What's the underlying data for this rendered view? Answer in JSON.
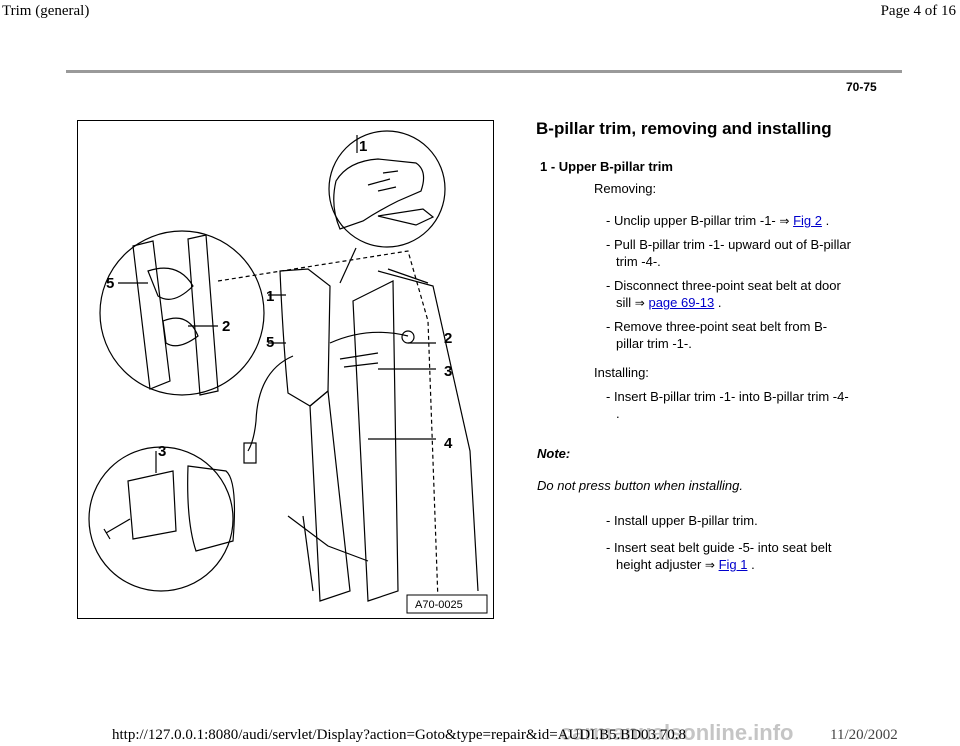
{
  "header": {
    "left": "Trim (general)",
    "right": "Page 4 of 16"
  },
  "page_number": "70-75",
  "figure": {
    "callouts": [
      "1",
      "1",
      "5",
      "2",
      "5",
      "2",
      "3",
      "4",
      "3"
    ],
    "figure_id": "A70-0025"
  },
  "section": {
    "title": "B-pillar trim, removing and installing",
    "item_heading": "1 - Upper B-pillar trim",
    "removing_label": "Removing:",
    "steps_removing": [
      {
        "text_before": "- Unclip upper B-pillar trim -1- ",
        "link": "Fig 2",
        "text_after": " ."
      },
      {
        "lines": [
          "- Pull B-pillar trim -1- upward out of B-pillar",
          "trim -4-."
        ]
      },
      {
        "line1": "- Disconnect three-point seat belt at door",
        "before": "sill ",
        "link": "page 69-13",
        "after": " ."
      },
      {
        "lines": [
          "- Remove three-point seat belt from B-",
          "pillar trim -1-."
        ]
      }
    ],
    "installing_label": "Installing:",
    "steps_installing": [
      {
        "lines": [
          "- Insert B-pillar trim -1- into B-pillar trim -4-",
          "."
        ]
      }
    ],
    "note_label": "Note:",
    "note_text": "Do not press button when installing.",
    "steps_final": [
      {
        "lines": [
          "- Install upper B-pillar trim."
        ]
      },
      {
        "line1": "- Insert seat belt guide -5- into seat belt",
        "before": "height adjuster ",
        "link": "Fig 1",
        "after": " ."
      }
    ],
    "arrow_glyph": "⇒"
  },
  "footer": {
    "url": "http://127.0.0.1:8080/audi/servlet/Display?action=Goto&type=repair&id=AUDI.B5.BD03.70.8",
    "date": "11/20/2002",
    "watermark": "carmanualsonline.info"
  }
}
